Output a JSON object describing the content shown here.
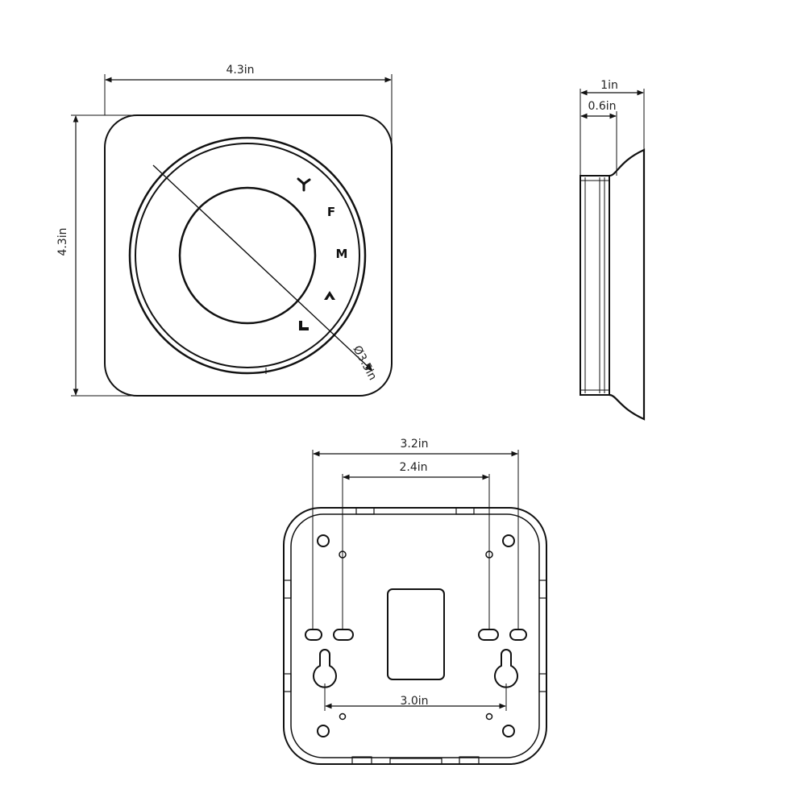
{
  "colors": {
    "ink": "#111111",
    "background": "#ffffff"
  },
  "front_view": {
    "width_label": "4.3in",
    "height_label": "4.3in",
    "dial_diameter_label": "Ø3.5in",
    "mode_icons": [
      "fan-icon",
      "F",
      "M",
      "auto-icon",
      "manual-icon"
    ],
    "mode_letters": {
      "fast": "F",
      "medium": "M"
    }
  },
  "side_view": {
    "total_depth_label": "1in",
    "base_depth_label": "0.6in"
  },
  "back_plate": {
    "outer_holes_label": "3.2in",
    "inner_holes_label": "2.4in",
    "keyhole_label": "3.0in"
  }
}
